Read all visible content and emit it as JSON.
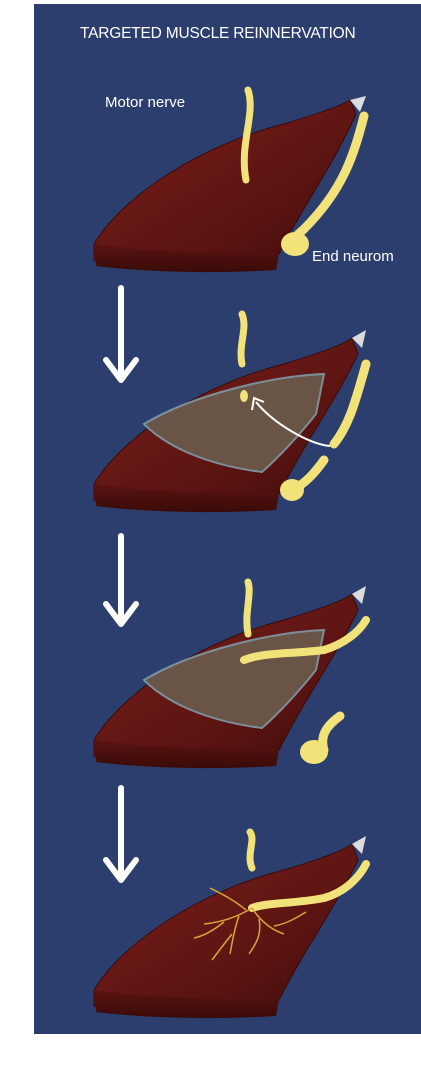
{
  "title": "TARGETED MUSCLE REINNERVATION",
  "labels": {
    "motor_nerve": "Motor nerve",
    "end_neuroma": "End neurom"
  },
  "colors": {
    "background": "#2b3e6e",
    "muscle": "#6b1a17",
    "muscle_cut": "#4a0f0d",
    "nerve": "#f2e27a",
    "flap": "#6b5a4a",
    "arrow": "#ffffff",
    "branches": "#d9a63a"
  },
  "steps": [
    {
      "step": 1,
      "icon": "muscle-with-nerves"
    },
    {
      "step": 2,
      "icon": "muscle-flap-nerve-transfer"
    },
    {
      "step": 3,
      "icon": "nerve-coapted"
    },
    {
      "step": 4,
      "icon": "reinnervated-muscle"
    }
  ]
}
